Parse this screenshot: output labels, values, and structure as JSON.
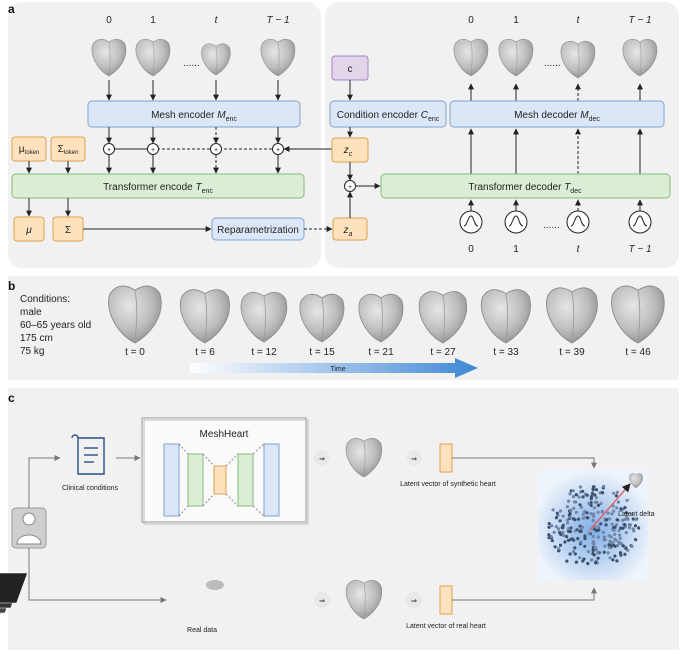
{
  "panel_a": {
    "label": "a",
    "enc_frames": [
      "0",
      "1",
      "t",
      "T − 1"
    ],
    "dec_frames": [
      "0",
      "1",
      "t",
      "T − 1"
    ],
    "dots": "......",
    "mesh_encoder": {
      "text": "Mesh encoder ",
      "var": "M",
      "sub": "enc"
    },
    "mesh_decoder": {
      "text": "Mesh decoder ",
      "var": "M",
      "sub": "dec"
    },
    "condition_c": "c",
    "condition_encoder": {
      "text": "Condition encoder ",
      "var": "C",
      "sub": "enc"
    },
    "mu_token": {
      "var": "μ",
      "sub": "token"
    },
    "sigma_token": {
      "var": "Σ",
      "sub": "token"
    },
    "transformer_encode": {
      "text": "Transformer encode ",
      "var": "T",
      "sub": "enc"
    },
    "transformer_decoder": {
      "text": "Transformer decoder ",
      "var": "T",
      "sub": "dec"
    },
    "mu": "μ",
    "sigma": "Σ",
    "reparam": "Reparametrization",
    "zc": {
      "var": "z",
      "sub": "c"
    },
    "za": {
      "var": "z",
      "sub": "a"
    },
    "plus": "+",
    "noise_labels": [
      "0",
      "1",
      "t",
      "T − 1"
    ]
  },
  "panel_b": {
    "label": "b",
    "conditions": [
      "Conditions:",
      "male",
      "60–65 years old",
      "175 cm",
      "75 kg"
    ],
    "time_labels": [
      "t = 0",
      "t = 6",
      "t = 12",
      "t = 15",
      "t = 21",
      "t = 27",
      "t = 33",
      "t = 39",
      "t = 46"
    ],
    "time_arrow": "Time"
  },
  "panel_c": {
    "label": "c",
    "meshheart": "MeshHeart",
    "clinical": "Clinical conditions",
    "real_data": "Real data",
    "latent_synth": "Latent vector of synthetic heart",
    "latent_real": "Latent vector of real heart",
    "latent_delta": "Latent delta"
  },
  "colors": {
    "blue_box": "#dbe7f7",
    "green_box": "#dcedd6",
    "orange_box": "#fde2bd",
    "purple_box": "#e2d5ea",
    "panel_bg": "#f1f1f1"
  }
}
